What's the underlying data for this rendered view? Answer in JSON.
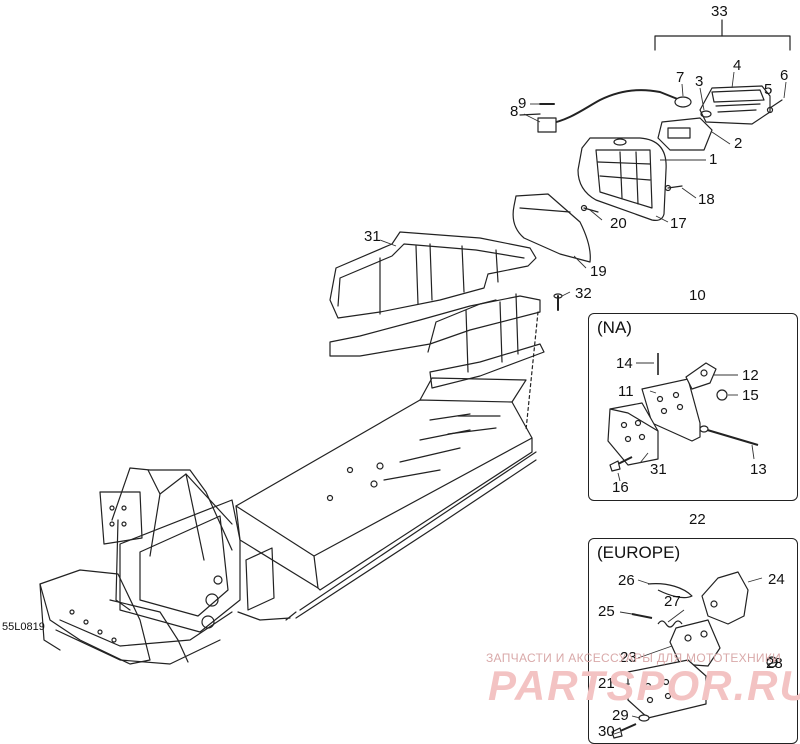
{
  "diagram_code": "55L0819",
  "regions": {
    "na": "(NA)",
    "europe": "(EUROPE)"
  },
  "callouts": {
    "c33": "33",
    "c7": "7",
    "c3": "3",
    "c4": "4",
    "c5": "5",
    "c6": "6",
    "c9": "9",
    "c8": "8",
    "c2": "2",
    "c1": "1",
    "c18": "18",
    "c20": "20",
    "c17": "17",
    "c31_top": "31",
    "c19": "19",
    "c32": "32",
    "c10": "10",
    "c14": "14",
    "c12": "12",
    "c11": "11",
    "c15": "15",
    "c31_na": "31",
    "c13": "13",
    "c16": "16",
    "c22": "22",
    "c26": "26",
    "c24": "24",
    "c27": "27",
    "c25": "25",
    "c23": "23",
    "c28": "28",
    "c21": "21",
    "c29": "29",
    "c30": "30"
  },
  "watermark": {
    "line1": "ЗАПЧАСТИ И АКСЕССУАРЫ ДЛЯ МОТОТЕХНИКИ",
    "line2": "PARTSPOR.RU"
  }
}
